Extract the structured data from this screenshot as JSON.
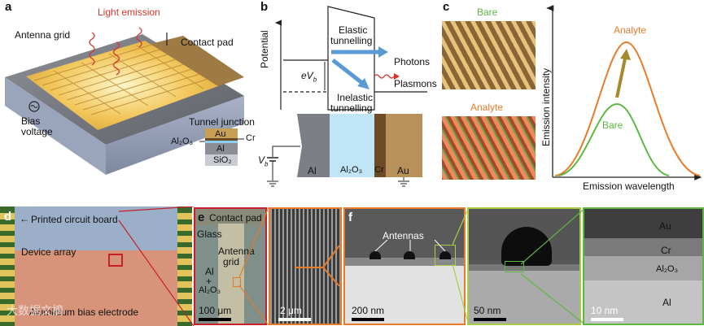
{
  "panels": {
    "a": {
      "letter": "a",
      "light_emission": "Light emission",
      "antenna_grid": "Antenna grid",
      "contact_pad": "Contact pad",
      "bias_voltage_1": "Bias",
      "bias_voltage_2": "voltage",
      "tunnel_junction": "Tunnel junction",
      "au": "Au",
      "cr": "Cr",
      "al2o3": "Al₂O₃",
      "al": "Al",
      "sio2": "SiO₂"
    },
    "b": {
      "letter": "b",
      "potential": "Potential",
      "elastic_1": "Elastic",
      "elastic_2": "tunnelling",
      "inelastic_1": "Inelastic",
      "inelastic_2": "tunnelling",
      "photons": "Photons",
      "plasmons": "Plasmons",
      "evb": "eV",
      "evb_sub": "b",
      "vb": "V",
      "vb_sub": "b",
      "layer_al": "Al",
      "layer_al2o3": "Al₂O₃",
      "layer_cr": "Cr",
      "layer_au": "Au"
    },
    "c": {
      "letter": "c",
      "bare_top": "Bare",
      "analyte_top": "Analyte",
      "analyte_curve": "Analyte",
      "bare_curve": "Bare",
      "ylabel": "Emission intensity",
      "xlabel": "Emission wavelength"
    },
    "d": {
      "letter": "d",
      "pcb": "Printed circuit board",
      "device_array": "Device array",
      "bias_electrode": "Aluminium bias electrode"
    },
    "e": {
      "letter": "e",
      "contact_pad": "Contact pad",
      "glass": "Glass",
      "antenna_1": "Antenna",
      "antenna_2": "grid",
      "al": "Al",
      "plus": "+",
      "al2o3": "Al₂O₃",
      "scale_1": "100 μm",
      "scale_2": "2 μm"
    },
    "f": {
      "letter": "f",
      "antennas": "Antennas",
      "scale_1": "200 nm",
      "scale_2": "50 nm",
      "scale_3": "10 nm",
      "au": "Au",
      "cr": "Cr",
      "al2o3": "Al₂O₃",
      "al": "Al"
    },
    "watermark": "大数据文摘"
  },
  "colors": {
    "red": "#d8342c",
    "orange": "#e77b2a",
    "green": "#5cb840",
    "blue": "#5b9bd5",
    "gold": "#c9a05a"
  }
}
